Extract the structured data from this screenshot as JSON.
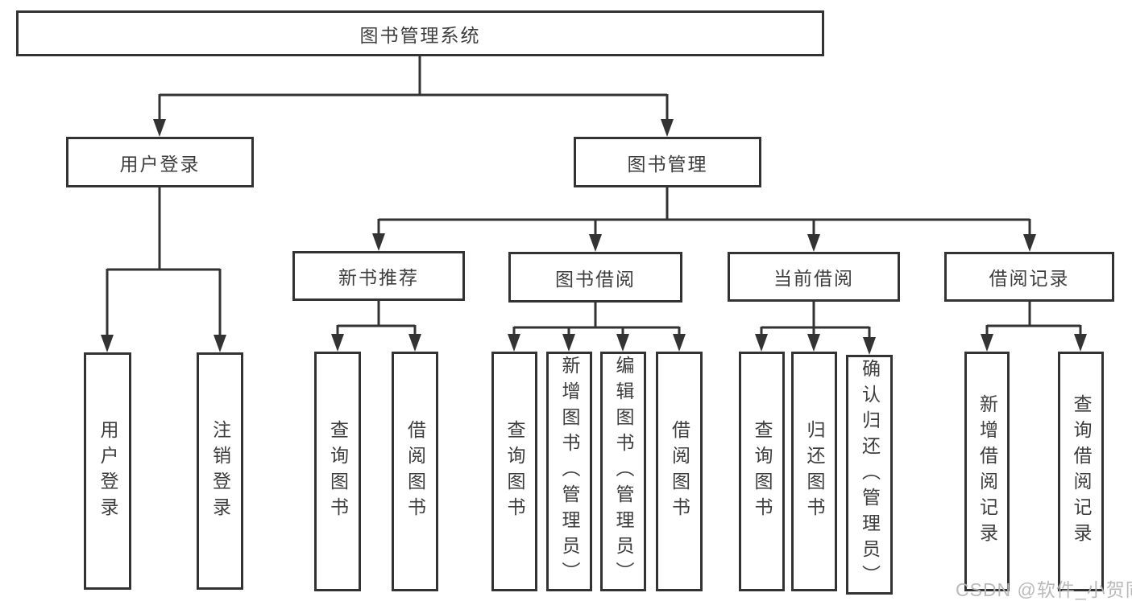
{
  "colors": {
    "line": "#333333",
    "text": "#3d3d3d",
    "background": "#ffffff",
    "watermark": "#b6b6b6"
  },
  "watermark": {
    "text": "CSDN @软件_小贺同学"
  },
  "tree": {
    "root": {
      "label": "图书管理系统"
    },
    "level2": [
      {
        "label": "用户登录",
        "children": [
          {
            "label": "用户登录"
          },
          {
            "label": "注销登录"
          }
        ]
      },
      {
        "label": "图书管理",
        "children": [
          {
            "label": "新书推荐",
            "children": [
              {
                "label": "查询图书"
              },
              {
                "label": "借阅图书"
              }
            ]
          },
          {
            "label": "图书借阅",
            "children": [
              {
                "label": "查询图书"
              },
              {
                "label": "新增图书（管理员）"
              },
              {
                "label": "编辑图书（管理员）"
              },
              {
                "label": "借阅图书"
              }
            ]
          },
          {
            "label": "当前借阅",
            "children": [
              {
                "label": "查询图书"
              },
              {
                "label": "归还图书"
              },
              {
                "label": "确认归还（管理员）"
              }
            ]
          },
          {
            "label": "借阅记录",
            "children": [
              {
                "label": "新增借阅记录"
              },
              {
                "label": "查询借阅记录"
              }
            ]
          }
        ]
      }
    ]
  }
}
